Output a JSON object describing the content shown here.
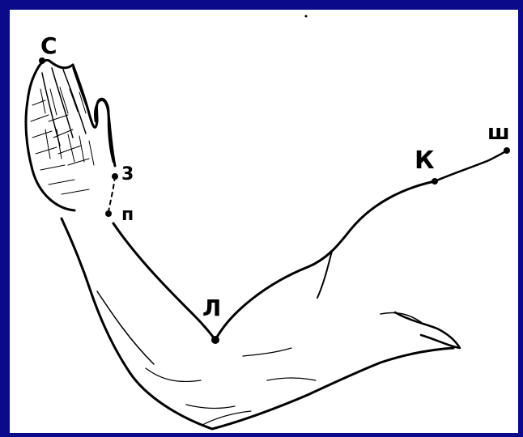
{
  "colors": {
    "frame": "#0a0a8a",
    "background": "#ffffff",
    "ink": "#000000"
  },
  "labels": {
    "c": "C",
    "z": "3",
    "p": "п",
    "l": "Л",
    "k": "К",
    "sh": "ш"
  }
}
